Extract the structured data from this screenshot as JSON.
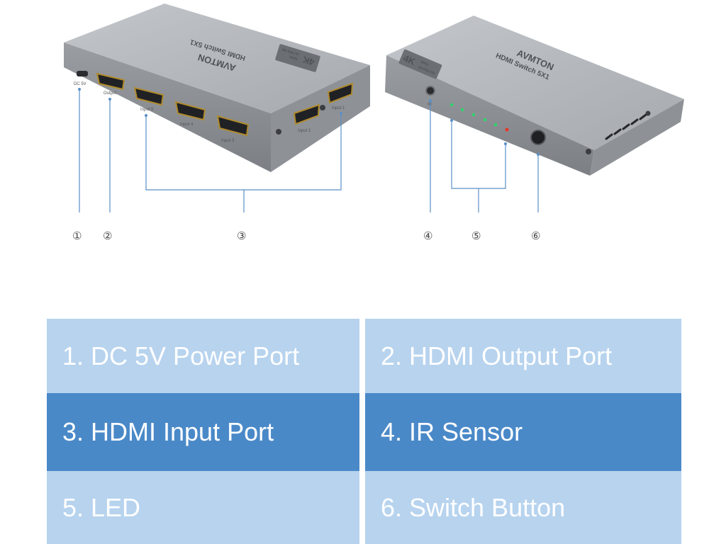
{
  "callouts": [
    "①",
    "②",
    "③",
    "④",
    "⑤",
    "⑥"
  ],
  "device": {
    "brand": "AVMTON",
    "model": "HDMI Switch 5X1",
    "badge_main": "4K",
    "badge_sub": "ULTRA HD",
    "badge_tag": "30Hz"
  },
  "port_labels": {
    "dc": "DC 5V",
    "output": "Output",
    "input5": "Input 5",
    "input4": "Input 4",
    "input3": "Input 3",
    "input2": "Input 2",
    "input1": "Input 1",
    "ir": "IR"
  },
  "legend": [
    {
      "label": "1. DC 5V Power Port",
      "shade": "light"
    },
    {
      "label": "2. HDMI Output Port",
      "shade": "light"
    },
    {
      "label": "3. HDMI Input Port",
      "shade": "dark"
    },
    {
      "label": "4. IR Sensor",
      "shade": "dark"
    },
    {
      "label": "5. LED",
      "shade": "light"
    },
    {
      "label": "6. Switch Button",
      "shade": "light"
    }
  ],
  "colors": {
    "legend_light": "#b7d3ee",
    "legend_dark": "#4a89c8",
    "leader_line": "#5b8fc7",
    "case_top": "#b3b7bb",
    "case_side": "#8c9095",
    "led_green": "#2fd46b",
    "led_red": "#e23a2a"
  }
}
